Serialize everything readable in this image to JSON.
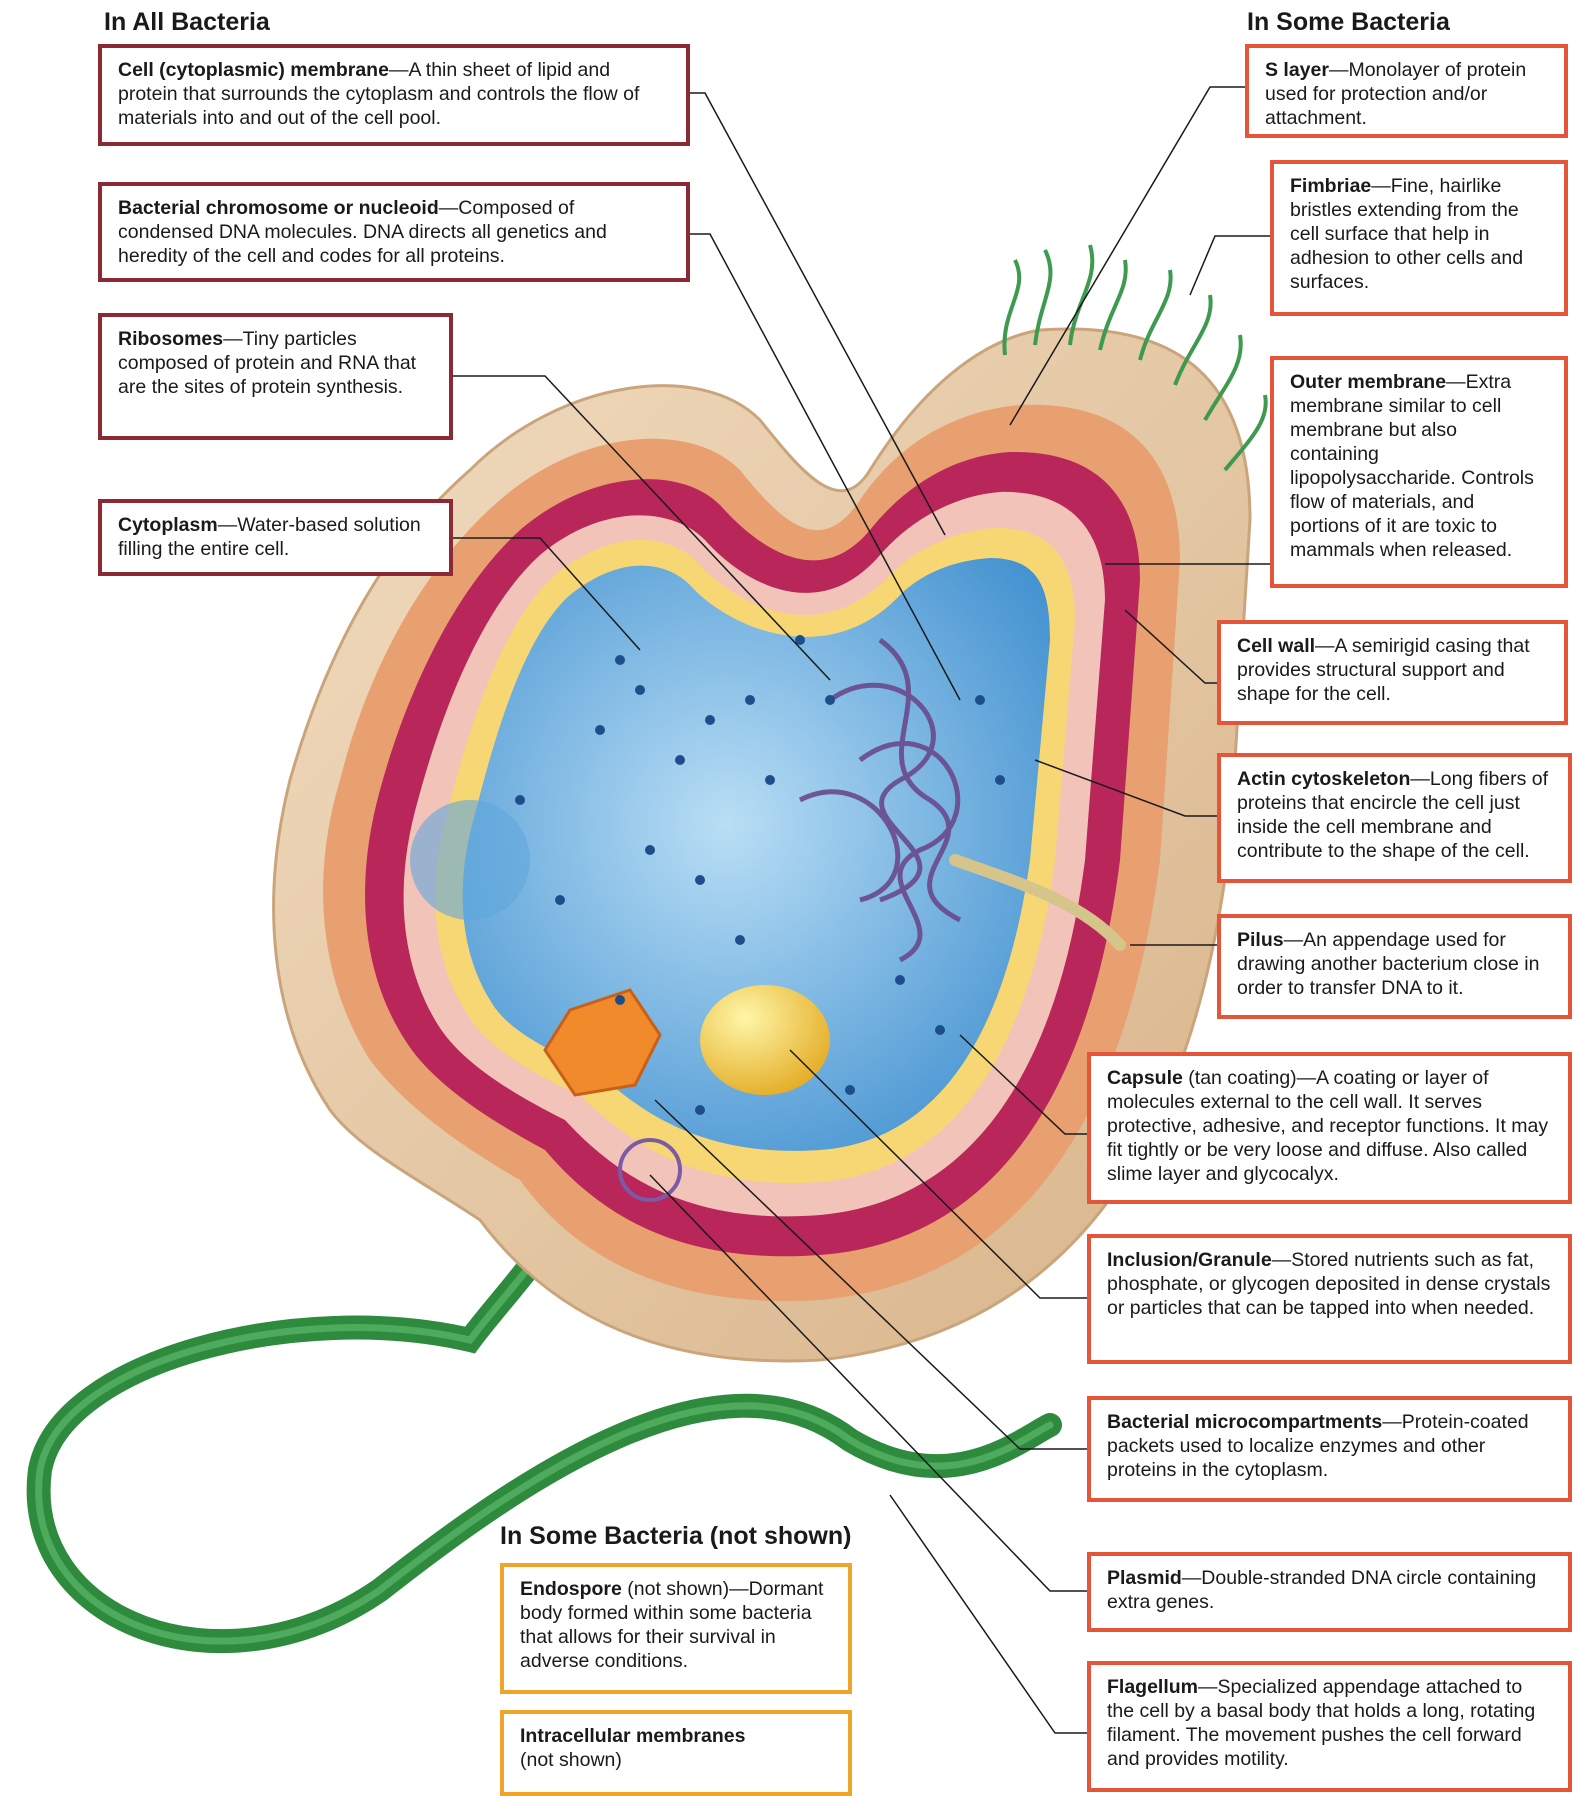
{
  "headings": {
    "all": "In All Bacteria",
    "some": "In Some Bacteria",
    "not_shown": "In Some Bacteria (not shown)"
  },
  "labels": {
    "cell_membrane": {
      "term": "Cell (cytoplasmic) membrane",
      "desc": "—A thin sheet of lipid and protein that surrounds the cytoplasm and controls the flow of materials into and out of the cell pool."
    },
    "chromosome": {
      "term": "Bacterial chromosome or nucleoid",
      "desc": "—Composed of condensed DNA molecules. DNA directs all genetics and heredity of the cell and codes for all proteins."
    },
    "ribosomes": {
      "term": "Ribosomes",
      "desc": "—Tiny particles composed of protein and RNA that are the sites of protein synthesis."
    },
    "cytoplasm": {
      "term": "Cytoplasm",
      "desc": "—Water-based solution filling the entire cell."
    },
    "s_layer": {
      "term": "S layer",
      "desc": "—Monolayer of protein used for protection and/or attachment."
    },
    "fimbriae": {
      "term": "Fimbriae",
      "desc": "—Fine, hairlike bristles extending from the cell surface that help in adhesion to other cells and surfaces."
    },
    "outer_membrane": {
      "term": "Outer membrane",
      "desc": "—Extra membrane similar to cell membrane but also containing lipopolysaccharide. Controls flow of materials, and portions of it are toxic to mammals when released."
    },
    "cell_wall": {
      "term": "Cell wall",
      "desc": "—A semirigid casing that provides structural support and shape for the cell."
    },
    "actin": {
      "term": "Actin cytoskeleton",
      "desc": "—Long fibers of proteins that encircle the cell just inside the cell membrane and contribute to the shape of the cell."
    },
    "pilus": {
      "term": "Pilus",
      "desc": "—An appendage used for drawing another bacterium close in order to transfer DNA to it."
    },
    "capsule": {
      "term": "Capsule",
      "desc": " (tan coating)—A coating or layer of molecules external to the cell wall. It serves protective, adhesive, and receptor functions. It may fit  tightly or be very loose and diffuse.  Also called slime layer and glycocalyx."
    },
    "inclusion": {
      "term": "Inclusion/Granule",
      "desc": "—Stored nutrients such as fat, phosphate, or glycogen deposited in dense crystals or particles that can be tapped into when needed."
    },
    "microcompartments": {
      "term": "Bacterial microcompartments",
      "desc": "—Protein-coated packets used to localize enzymes and other proteins in the cytoplasm."
    },
    "plasmid": {
      "term": "Plasmid",
      "desc": "—Double-stranded DNA circle containing extra genes."
    },
    "flagellum": {
      "term": "Flagellum",
      "desc": "—Specialized appendage attached to the cell by a basal body that holds a long, rotating filament. The movement pushes the cell forward and provides motility."
    },
    "endospore": {
      "term": "Endospore",
      "desc": " (not shown)—Dormant body formed within some bacteria that allows for their survival in adverse conditions."
    },
    "intracellular": {
      "term": "Intracellular membranes",
      "desc": "(not shown)"
    }
  },
  "colors": {
    "box_border_all": "#8b2a35",
    "box_border_some": "#e5553a",
    "box_border_not_shown": "#f0a42a",
    "capsule": "#e6c9a3",
    "cytoplasm": "#7ab8e6",
    "flagellum": "#2e8b3e"
  }
}
